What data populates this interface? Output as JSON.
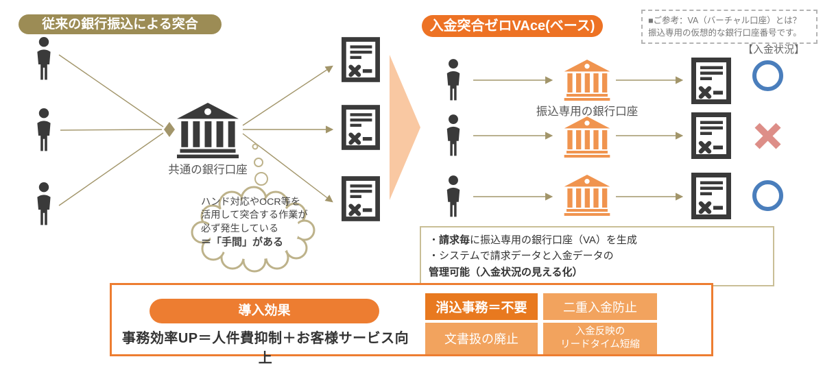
{
  "left": {
    "banner": "従来の銀行振込による突合",
    "bank_label": "共通の銀行口座",
    "cloud": {
      "line1": "ハンド対応やOCR等を",
      "line2": "活用して突合する作業が",
      "line3": "必ず発生している",
      "line4_bold": "＝「手間」がある"
    }
  },
  "right": {
    "banner": "入金突合ゼロVAce(ベース)",
    "reference": {
      "line1": "■ご参考：VA（バーチャル口座）とは？",
      "line2": "振込専用の仮想的な銀行口座番号です。"
    },
    "status_header": "【入金状況】",
    "bank_label": "振込専用の銀行口座",
    "payment_status": [
      "ok",
      "ng",
      "ok"
    ],
    "notes": {
      "line1_bullet": "・",
      "line1_bold": "請求毎",
      "line1_rest": "に振込専用の銀行口座（VA）を生成",
      "line2_bullet": "・",
      "line2_pre": "システムで請求データと入金データの",
      "line2_bold": "管理可能（入金状況の見える化）"
    }
  },
  "bottom": {
    "title": "導入効果",
    "summary": "事務効率UP＝人件費抑制＋お客様サービス向上",
    "benefits": [
      {
        "label": "消込事務＝不要",
        "emphasis": true
      },
      {
        "label": "二重入金防止",
        "emphasis": false
      },
      {
        "label": "文書扱の廃止",
        "emphasis": false
      },
      {
        "label": "入金反映の\nリードタイム短縮",
        "emphasis": false
      }
    ]
  },
  "colors": {
    "olive_banner": "#9C8C55",
    "khaki_line": "#A2956A",
    "dark_icon": "#3A3A3A",
    "orange_accent": "#ED7224",
    "orange_bank": "#F0944F",
    "orange_light": "#F2A35E",
    "peach_arrow": "#F9C8A2",
    "status_ok_blue": "#4A7EBC",
    "status_ng_pink": "#DD8E88",
    "note_border": "#C9BE96"
  }
}
